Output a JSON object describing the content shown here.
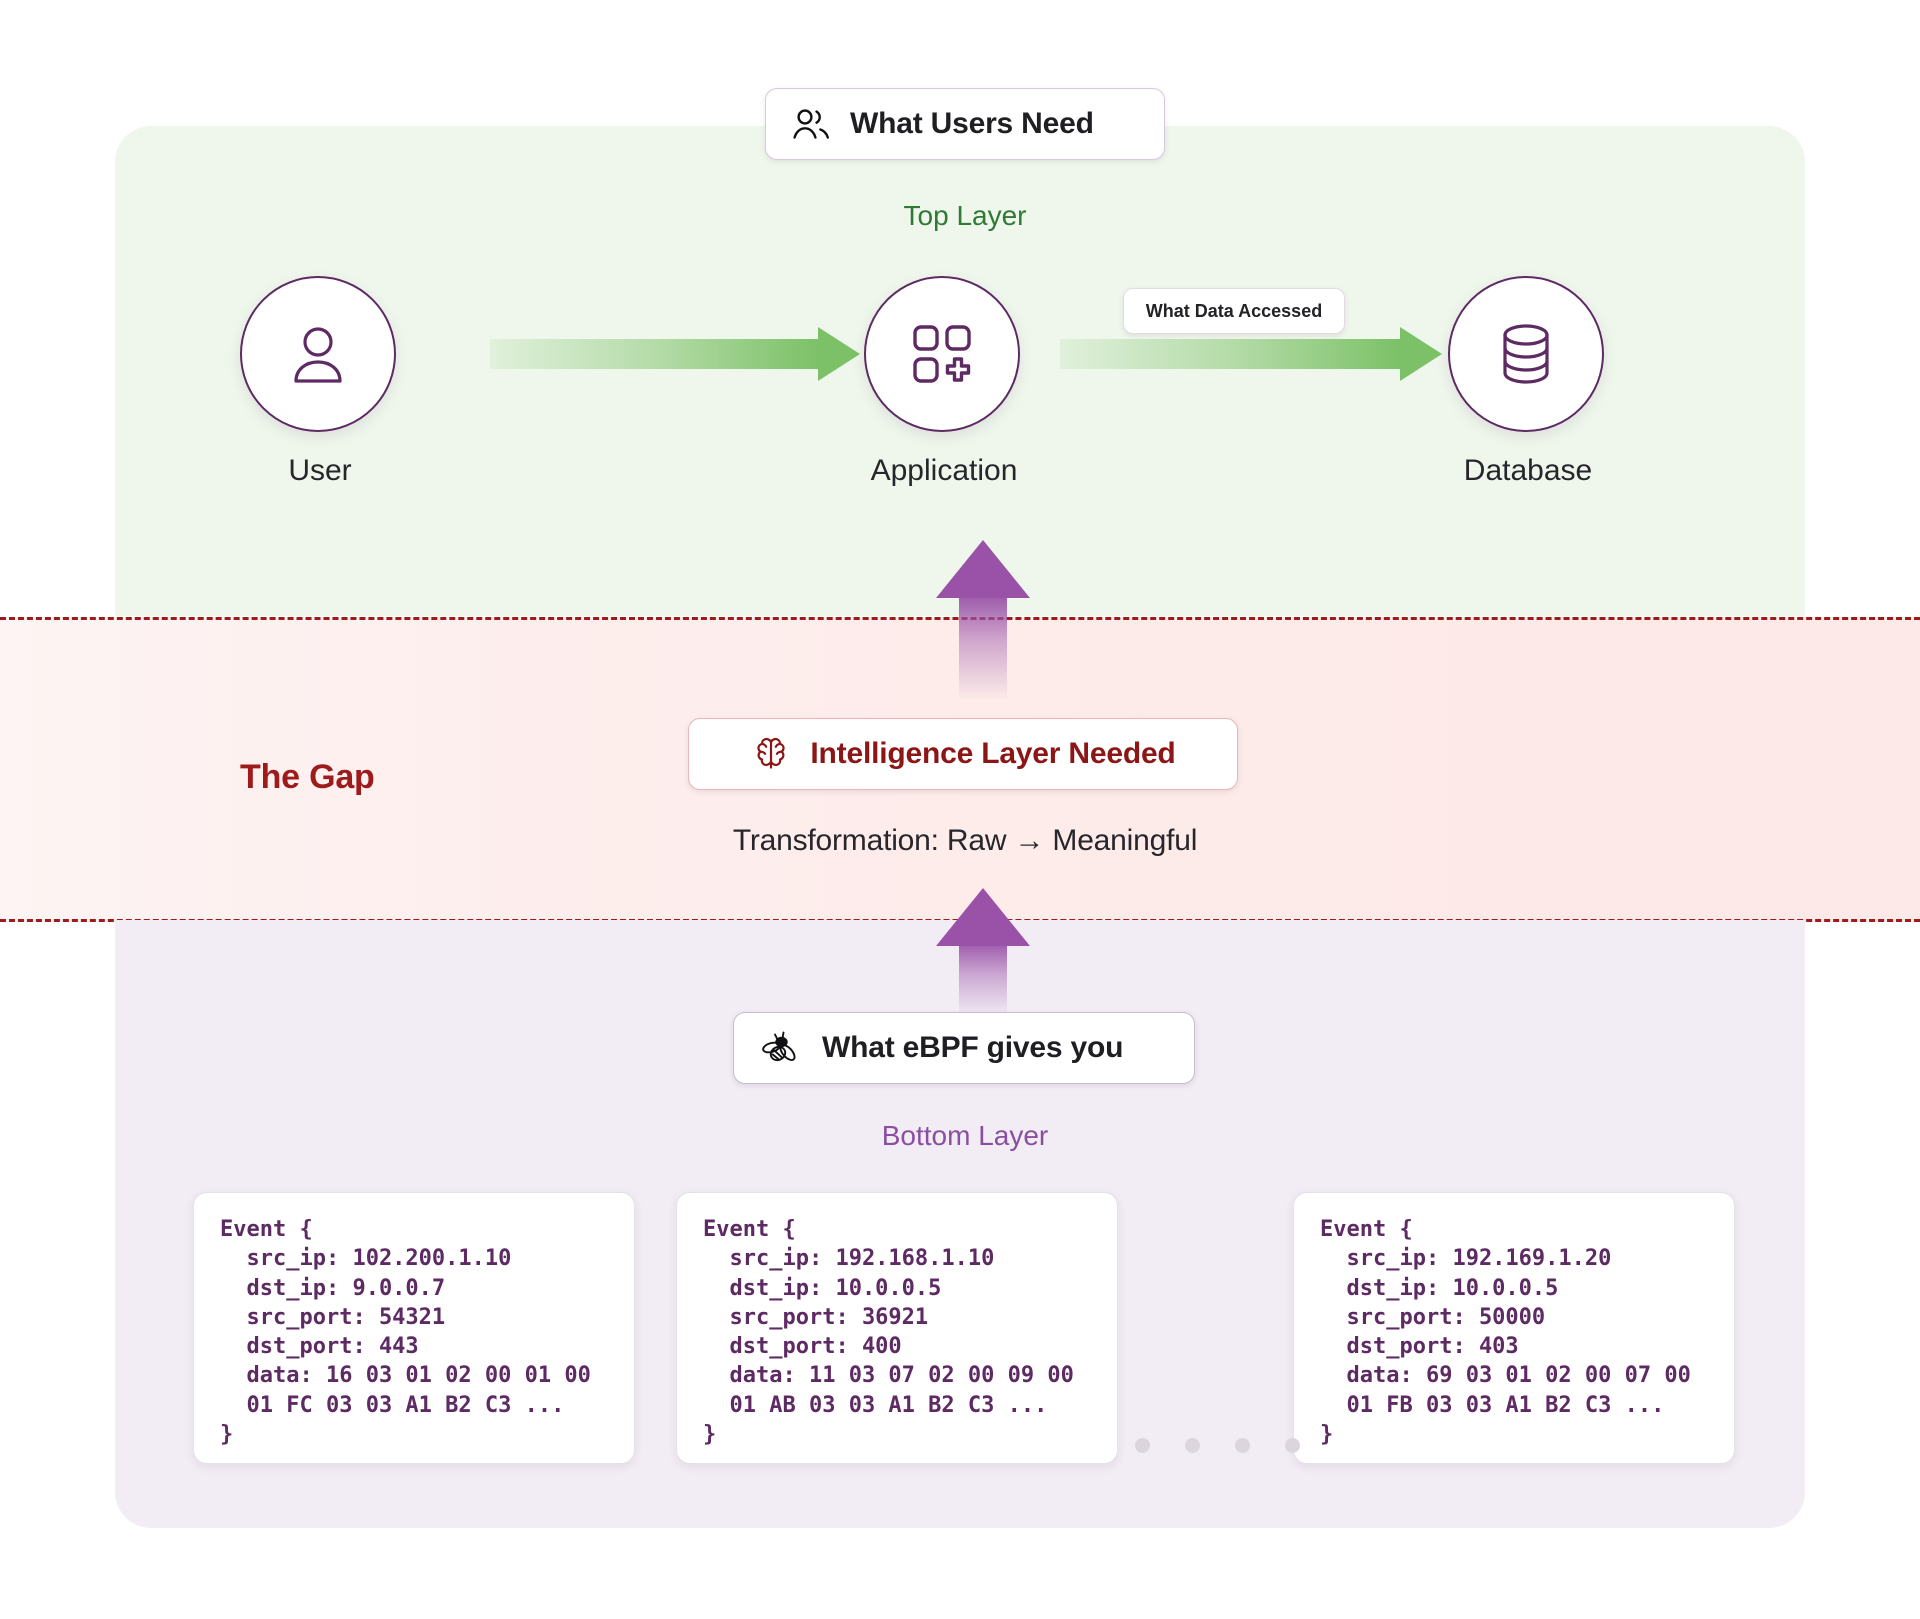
{
  "layers": {
    "top": {
      "title": "Top Layer",
      "bg_color": "#eff7ec",
      "title_color": "#2f7a35"
    },
    "gap": {
      "title": "The Gap",
      "bg_color": "#fdeae8",
      "border_color": "#9e1b1b",
      "title_color": "#9e1b1b"
    },
    "bottom": {
      "title": "Bottom Layer",
      "bg_color": "#f2ecf4",
      "title_color": "#8a4fa0"
    }
  },
  "badges": {
    "users_need": {
      "label": "What Users Need",
      "icon": "users-icon",
      "text_color": "#1f1f23"
    },
    "intelligence": {
      "label": "Intelligence Layer Needed",
      "icon": "brain-icon",
      "text_color": "#8c1616",
      "border_color": "#eab6b6"
    },
    "ebpf": {
      "label": "What eBPF gives you",
      "icon": "bee-icon",
      "text_color": "#1f1f23"
    },
    "data_accessed": {
      "label": "What Data Accessed",
      "text_color": "#222227"
    }
  },
  "transformation": {
    "text": "Transformation: Raw → Meaningful"
  },
  "nodes": [
    {
      "id": "user",
      "label": "User",
      "icon": "user-icon"
    },
    {
      "id": "application",
      "label": "Application",
      "icon": "apps-grid-plus-icon"
    },
    {
      "id": "database",
      "label": "Database",
      "icon": "database-icon"
    }
  ],
  "flow_arrows": [
    {
      "from": "user",
      "to": "application",
      "color": "#7cc167"
    },
    {
      "from": "application",
      "to": "database",
      "color": "#7cc167"
    }
  ],
  "up_arrows": [
    {
      "id": "gap-to-top",
      "color": "#9a52a8"
    },
    {
      "id": "bottom-to-gap",
      "color": "#9a52a8"
    }
  ],
  "events": [
    {
      "code": "Event {\n  src_ip: 102.200.1.10\n  dst_ip: 9.0.0.7\n  src_port: 54321\n  dst_port: 443\n  data: 16 03 01 02 00 01 00\n  01 FC 03 03 A1 B2 C3 ...\n}",
      "fields": {
        "src_ip": "102.200.1.10",
        "dst_ip": "9.0.0.7",
        "src_port": "54321",
        "dst_port": "443",
        "data": "16 03 01 02 00 01 00 01 FC 03 03 A1 B2 C3 ..."
      }
    },
    {
      "code": "Event {\n  src_ip: 192.168.1.10\n  dst_ip: 10.0.0.5\n  src_port: 36921\n  dst_port: 400\n  data: 11 03 07 02 00 09 00\n  01 AB 03 03 A1 B2 C3 ...\n}",
      "fields": {
        "src_ip": "192.168.1.10",
        "dst_ip": "10.0.0.5",
        "src_port": "36921",
        "dst_port": "400",
        "data": "11 03 07 02 00 09 00 01 AB 03 03 A1 B2 C3 ..."
      }
    },
    {
      "code": "Event {\n  src_ip: 192.169.1.20\n  dst_ip: 10.0.0.5\n  src_port: 50000\n  dst_port: 403\n  data: 69 03 01 02 00 07 00\n  01 FB 03 03 A1 B2 C3 ...\n}",
      "fields": {
        "src_ip": "192.169.1.20",
        "dst_ip": "10.0.0.5",
        "src_port": "50000",
        "dst_port": "403",
        "data": "69 03 01 02 00 07 00 01 FB 03 03 A1 B2 C3 ..."
      }
    }
  ],
  "ellipsis_dot_count": 4,
  "colors": {
    "purple_outline": "#5d2a63",
    "purple_arrow": "#9a52a8",
    "green_arrow": "#7cc167",
    "gap_red": "#9e1b1b"
  }
}
